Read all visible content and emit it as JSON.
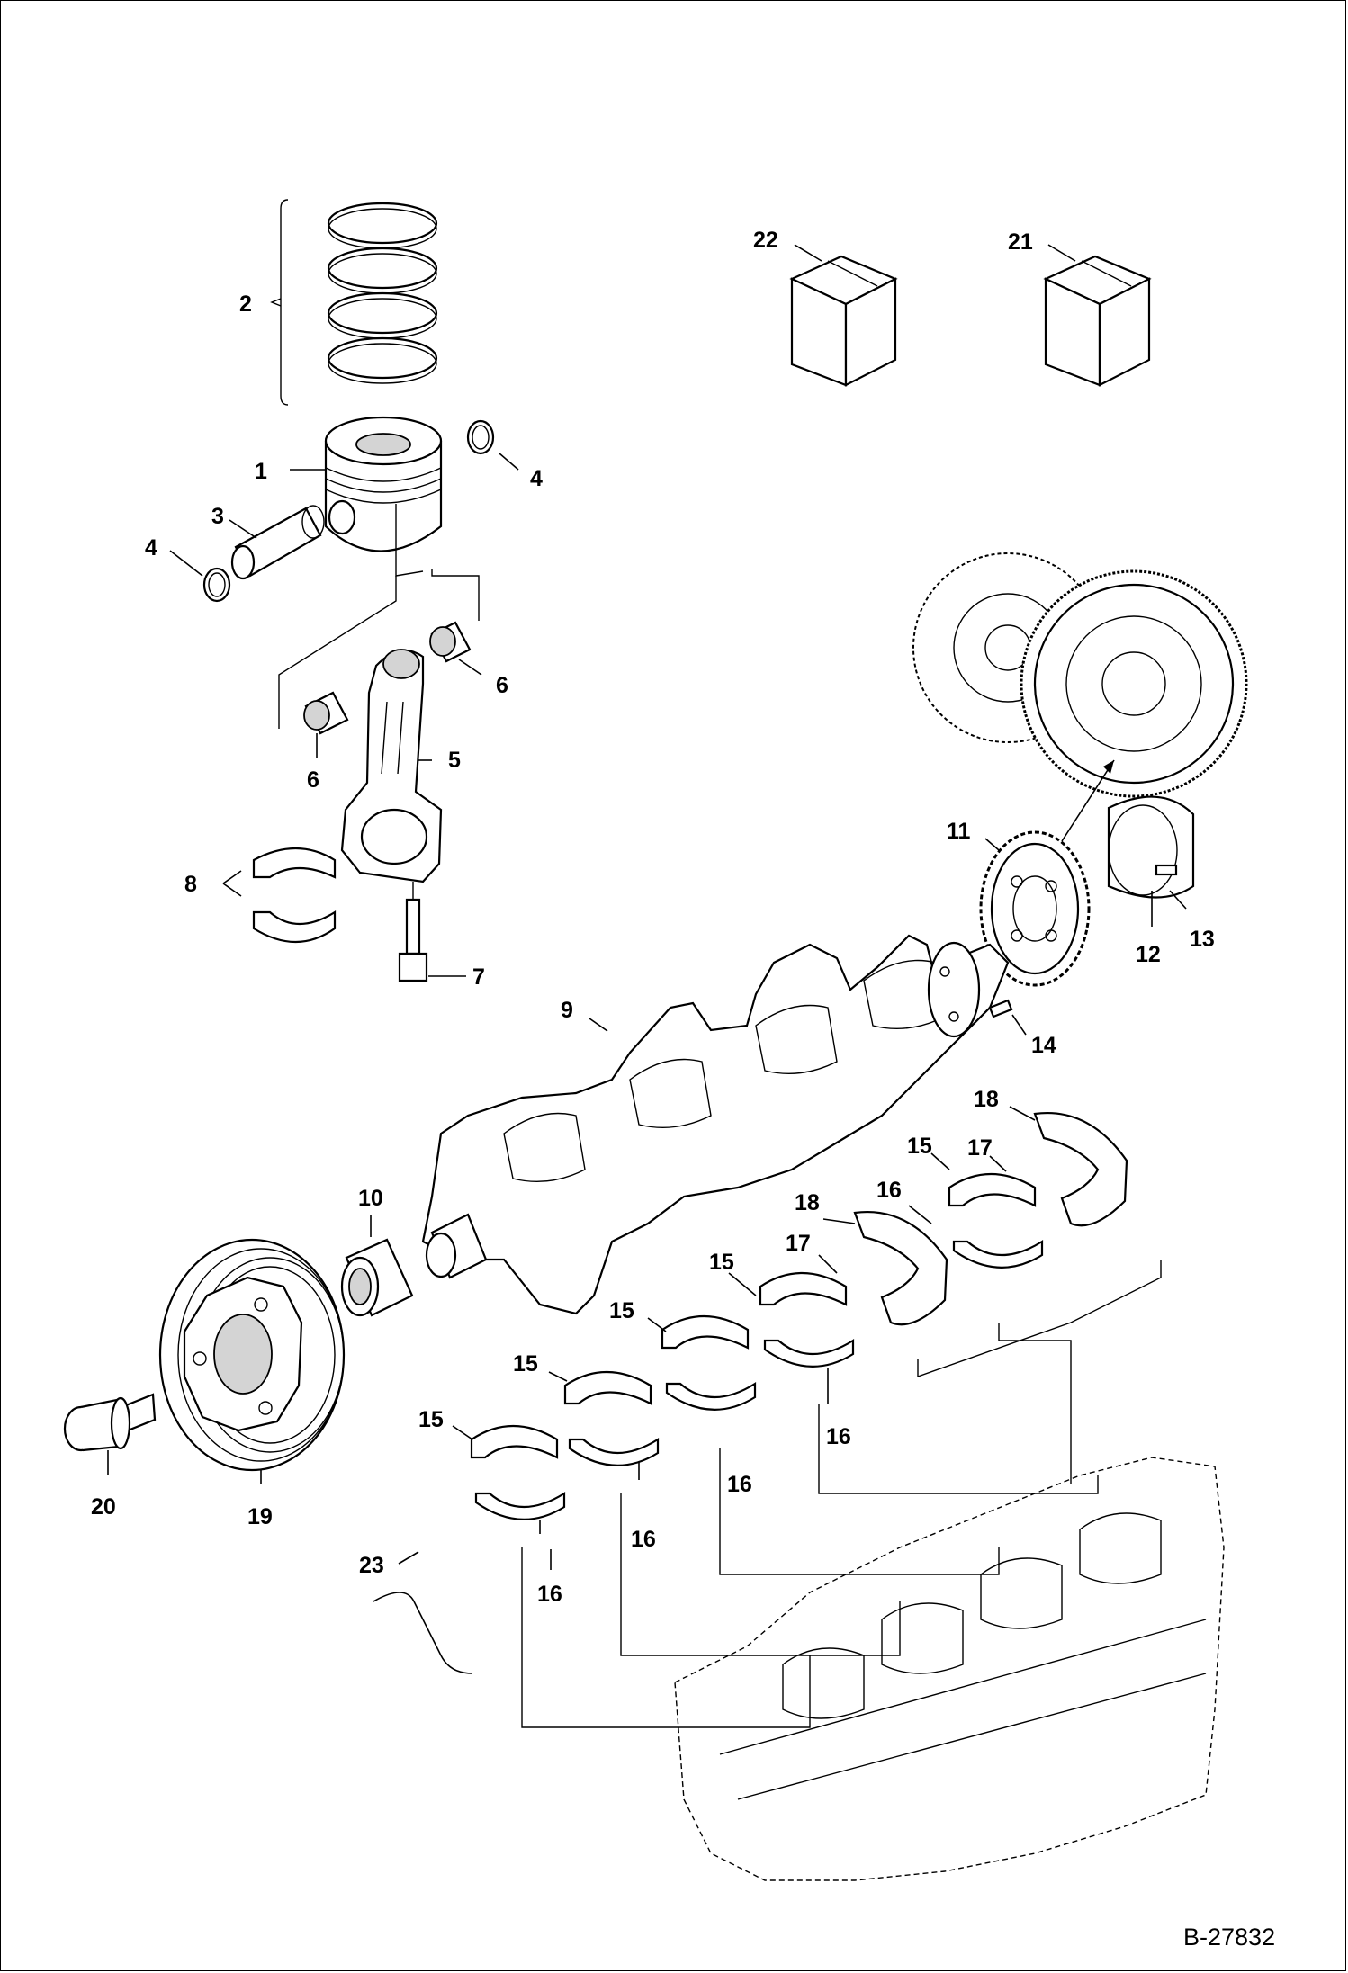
{
  "drawing": {
    "reference_number": "B-27832",
    "callouts": [
      {
        "id": "c-2",
        "text": "2"
      },
      {
        "id": "c-1",
        "text": "1"
      },
      {
        "id": "c-4a",
        "text": "4"
      },
      {
        "id": "c-3",
        "text": "3"
      },
      {
        "id": "c-4b",
        "text": "4"
      },
      {
        "id": "c-6a",
        "text": "6"
      },
      {
        "id": "c-6b",
        "text": "6"
      },
      {
        "id": "c-5",
        "text": "5"
      },
      {
        "id": "c-8",
        "text": "8"
      },
      {
        "id": "c-7",
        "text": "7"
      },
      {
        "id": "c-22",
        "text": "22"
      },
      {
        "id": "c-21",
        "text": "21"
      },
      {
        "id": "c-11",
        "text": "11"
      },
      {
        "id": "c-12",
        "text": "12"
      },
      {
        "id": "c-13",
        "text": "13"
      },
      {
        "id": "c-9",
        "text": "9"
      },
      {
        "id": "c-14",
        "text": "14"
      },
      {
        "id": "c-18a",
        "text": "18"
      },
      {
        "id": "c-15a",
        "text": "15"
      },
      {
        "id": "c-17a",
        "text": "17"
      },
      {
        "id": "c-16a",
        "text": "16"
      },
      {
        "id": "c-18b",
        "text": "18"
      },
      {
        "id": "c-10",
        "text": "10"
      },
      {
        "id": "c-15b",
        "text": "15"
      },
      {
        "id": "c-17b",
        "text": "17"
      },
      {
        "id": "c-15c",
        "text": "15"
      },
      {
        "id": "c-15d",
        "text": "15"
      },
      {
        "id": "c-16b",
        "text": "16"
      },
      {
        "id": "c-15e",
        "text": "15"
      },
      {
        "id": "c-16c",
        "text": "16"
      },
      {
        "id": "c-20",
        "text": "20"
      },
      {
        "id": "c-19",
        "text": "19"
      },
      {
        "id": "c-16d",
        "text": "16"
      },
      {
        "id": "c-23",
        "text": "23"
      },
      {
        "id": "c-16e",
        "text": "16"
      }
    ]
  }
}
